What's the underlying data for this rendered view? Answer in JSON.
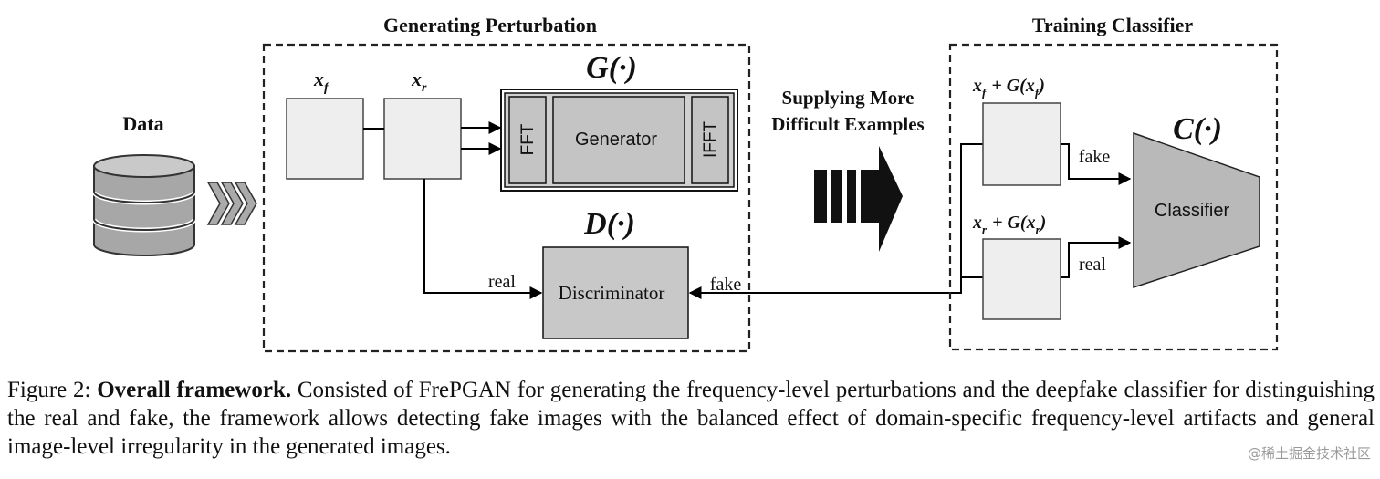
{
  "sections": {
    "data_label": "Data",
    "left_box_title": "Generating Perturbation",
    "right_box_title": "Training Classifier",
    "middle_text_line1": "Supplying More",
    "middle_text_line2": "Difficult Examples"
  },
  "math": {
    "G": "G(·)",
    "D": "D(·)",
    "C": "C(·)",
    "xf_base": "x",
    "xf_sub": "f",
    "xr_base": "x",
    "xr_sub": "r",
    "plus_G_open": "+ G(",
    "close_paren": ")"
  },
  "blocks": {
    "fft": "FFT",
    "generator": "Generator",
    "ifft": "IFFT",
    "discriminator": "Discriminator",
    "classifier": "Classifier"
  },
  "edges": {
    "real_disc": "real",
    "fake_disc": "fake",
    "fake_cls": "fake",
    "real_cls": "real"
  },
  "caption": {
    "prefix": "Figure 2: ",
    "bold": "Overall framework.",
    "body": " Consisted of FrePGAN for generating the frequency-level perturbations and the deepfake classifier for distinguishing the real and fake, the framework allows detecting fake images with the balanced effect of domain-specific frequency-level artifacts and general image-level irregularity in the generated images."
  },
  "watermark": "@稀土掘金技术社区"
}
